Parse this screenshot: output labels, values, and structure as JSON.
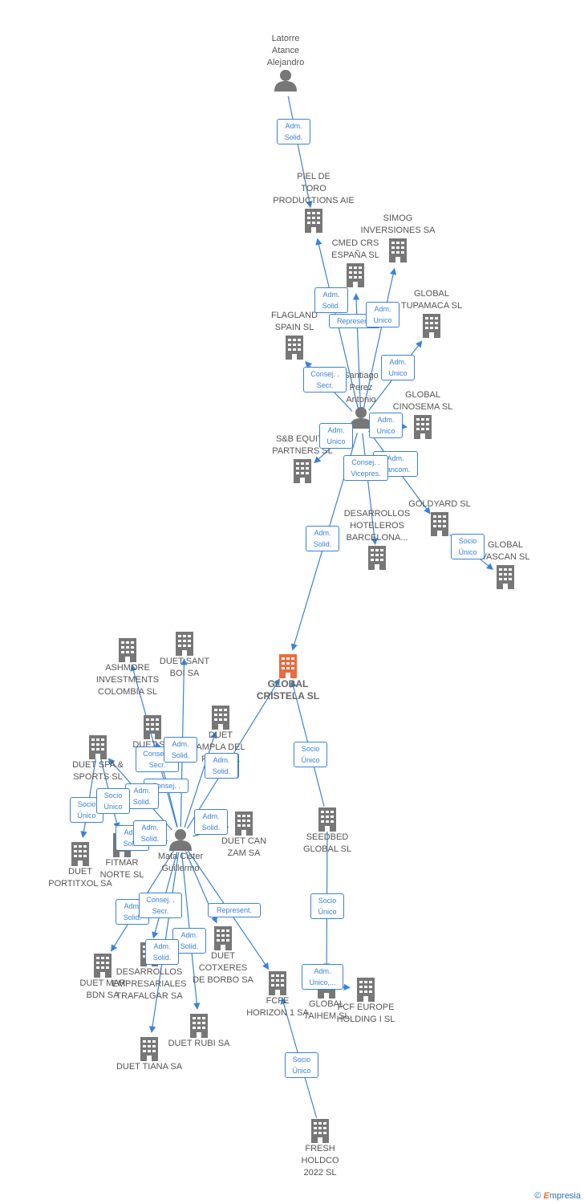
{
  "colors": {
    "edge": "#3b82d6",
    "node": "#777777",
    "main": "#ee6a3c"
  },
  "nodes": [
    {
      "id": "latorre",
      "type": "person",
      "label": "Latorre\nAtance\nAlejandro"
    },
    {
      "id": "piel",
      "type": "company",
      "label": "PIEL DE\nTORO\nPRODUCTIONS AIE"
    },
    {
      "id": "simog",
      "type": "company",
      "label": "SIMOG\nINVERSIONES SA"
    },
    {
      "id": "cmed",
      "type": "company",
      "label": "CMED CRS\nESPAÑA  SL"
    },
    {
      "id": "tupamaca",
      "type": "company",
      "label": "GLOBAL\nTUPAMACA SL"
    },
    {
      "id": "flagland",
      "type": "company",
      "label": "FLAGLAND\nSPAIN SL"
    },
    {
      "id": "santiago",
      "type": "person",
      "label": "Santiago\nPerez\nAntonio"
    },
    {
      "id": "cinosema",
      "type": "company",
      "label": "GLOBAL\nCINOSEMA SL"
    },
    {
      "id": "sbequity",
      "type": "company",
      "label": "S&B EQUITY\nPARTNERS SL"
    },
    {
      "id": "goldyard",
      "type": "company",
      "label": "GOLDYARD SL"
    },
    {
      "id": "deshot",
      "type": "company",
      "label": "DESARROLLOS\nHOTELEROS\nBARCELONA..."
    },
    {
      "id": "vascan",
      "type": "company",
      "label": "GLOBAL\nVASCAN  SL"
    },
    {
      "id": "cristela",
      "type": "main",
      "label": "GLOBAL\nCRISTELA  SL"
    },
    {
      "id": "ashmore",
      "type": "company",
      "label": "ASHMORE\nINVESTMENTS\nCOLOMBIA SL"
    },
    {
      "id": "santboi",
      "type": "company",
      "label": "DUET SANT\nBOI SA"
    },
    {
      "id": "ampla",
      "type": "company",
      "label": "DUET\nAMPLA DEL\nFONT SA"
    },
    {
      "id": "sports",
      "type": "company",
      "label": "DUET SPA &\nSPORTS SL"
    },
    {
      "id": "duets",
      "type": "company",
      "label": "DUET S..."
    },
    {
      "id": "portitxol",
      "type": "company",
      "label": "DUET\nPORTITXOL SA"
    },
    {
      "id": "fitmar",
      "type": "company",
      "label": "FITMAR\nNORTE SL"
    },
    {
      "id": "mata",
      "type": "person",
      "label": "Mata Cister\nGuillermo"
    },
    {
      "id": "cancam",
      "type": "company",
      "label": "DUET CAN\nZAM SA"
    },
    {
      "id": "seedbed",
      "type": "company",
      "label": "SEEDBED\nGLOBAL  SL"
    },
    {
      "id": "marbdn",
      "type": "company",
      "label": "DUET MAR\nBDN SA"
    },
    {
      "id": "desemp",
      "type": "company",
      "label": "DESARROLLOS\nEMPRESARIALES\nTRAFALGAR SA"
    },
    {
      "id": "cotxeres",
      "type": "company",
      "label": "DUET\nCOTXERES\nDE BORBO SA"
    },
    {
      "id": "fcfe",
      "type": "company",
      "label": "FCFE\nHORIZON 1 SA"
    },
    {
      "id": "taihem",
      "type": "company",
      "label": "GLOBAL\nTAIHEM SL"
    },
    {
      "id": "fcfeurope",
      "type": "company",
      "label": "FCF EUROPE\nHOLDING I  SL"
    },
    {
      "id": "rubi",
      "type": "company",
      "label": "DUET RUBI SA"
    },
    {
      "id": "tiana",
      "type": "company",
      "label": "DUET TIANA SA"
    },
    {
      "id": "fresh",
      "type": "company",
      "label": "FRESH\nHOLDCO\n2022  SL"
    }
  ],
  "edges": [
    {
      "from": "latorre",
      "to": "piel",
      "label": "Adm.\nSolid."
    },
    {
      "from": "santiago",
      "to": "piel",
      "label": "Adm.\nSolid."
    },
    {
      "from": "santiago",
      "to": "cmed",
      "label": "Represent."
    },
    {
      "from": "santiago",
      "to": "simog",
      "label": "Adm.\nUnico"
    },
    {
      "from": "santiago",
      "to": "tupamaca",
      "label": "Adm.\nUnico"
    },
    {
      "from": "santiago",
      "to": "flagland",
      "label": "Consej. .\nSecr."
    },
    {
      "from": "santiago",
      "to": "cinosema",
      "label": "Adm.\nUnico"
    },
    {
      "from": "santiago",
      "to": "sbequity",
      "label": "Adm.\nUnico"
    },
    {
      "from": "santiago",
      "to": "goldyard",
      "label": "Adm.\nMancom."
    },
    {
      "from": "santiago",
      "to": "deshot",
      "label": "Consej. .\nVicepres."
    },
    {
      "from": "goldyard",
      "to": "vascan",
      "label": "Socio\nÚnico"
    },
    {
      "from": "santiago",
      "to": "cristela",
      "label": "Adm.\nSolid."
    },
    {
      "from": "seedbed",
      "to": "cristela",
      "label": "Socio\nÚnico"
    },
    {
      "from": "mata",
      "to": "cristela",
      "label": "Adm.\nSolid."
    },
    {
      "from": "mata",
      "to": "ashmore",
      "label": "Consej. .\nSecr."
    },
    {
      "from": "mata",
      "to": "santboi",
      "label": "Adm.\nSolid."
    },
    {
      "from": "mata",
      "to": "ampla",
      "label": "Adm.\nSolid."
    },
    {
      "from": "mata",
      "to": "duets",
      "label": "Consej. ."
    },
    {
      "from": "mata",
      "to": "sports",
      "label": "Adm.\nSolid."
    },
    {
      "from": "mata",
      "to": "fitmar",
      "label": "Adm.\nSolid."
    },
    {
      "from": "sports",
      "to": "portitxol",
      "label": "Socio\nÚnico"
    },
    {
      "from": "sports",
      "to": "fitmar",
      "label": "Socio\nÚnico"
    },
    {
      "from": "mata",
      "to": "cancam",
      "label": "Adm.\nSolid."
    },
    {
      "from": "mata",
      "to": "marbdn",
      "label": "Adm.\nSolid."
    },
    {
      "from": "mata",
      "to": "desemp",
      "label": "Consej. .\nSecr."
    },
    {
      "from": "mata",
      "to": "cotxeres",
      "label": "Adm.\nSolid."
    },
    {
      "from": "mata",
      "to": "fcfe",
      "label": "Represent."
    },
    {
      "from": "mata",
      "to": "rubi",
      "label": "Adm.\nSolid."
    },
    {
      "from": "mata",
      "to": "tiana",
      "label": "Adm.\nSolid."
    },
    {
      "from": "seedbed",
      "to": "taihem",
      "label": "Socio\nÚnico"
    },
    {
      "from": "taihem",
      "to": "fcfeurope",
      "label": "Adm.\nUnico,..."
    },
    {
      "from": "fresh",
      "to": "fcfe",
      "label": "Socio\nÚnico"
    }
  ],
  "footer": {
    "copyright": "©",
    "brand_initial": "E",
    "brand_rest": "mpresia"
  }
}
